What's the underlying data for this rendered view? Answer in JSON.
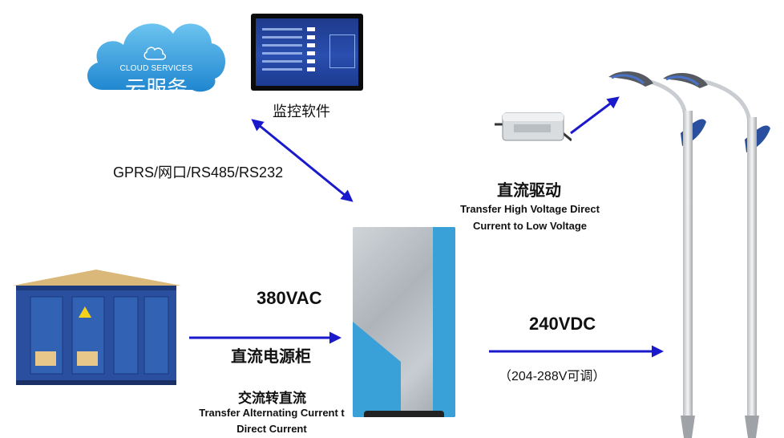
{
  "cloud": {
    "title": "CLOUD SERVICES",
    "label": "云服务",
    "icon": "cloud-icon"
  },
  "monitor": {
    "label": "监控软件",
    "icon": "monitor-screen-icon"
  },
  "link": {
    "label": "GPRS/网口/RS485/RS232"
  },
  "driver": {
    "title": "直流驱动",
    "subtitle_line1": "Transfer  High Voltage  Direct",
    "subtitle_line2": "Current  to  Low Voltage"
  },
  "substation": {
    "icon": "transformer-substation-icon"
  },
  "input": {
    "voltage": "380VAC",
    "device": "直流电源柜"
  },
  "conversion": {
    "title": "交流转直流",
    "subtitle_line1": "Transfer  Alternating  Current  t",
    "subtitle_line2": "Direct Current"
  },
  "output": {
    "voltage": "240VDC",
    "range": "（204-288V可调）"
  },
  "lamps": {
    "icon": "street-lamp-icon"
  },
  "colors": {
    "arrow": "#1a1acc",
    "cloud": "#3ea8e0",
    "cabinet_stripe": "#3aa0d8",
    "substation": "#2a4f9e"
  }
}
